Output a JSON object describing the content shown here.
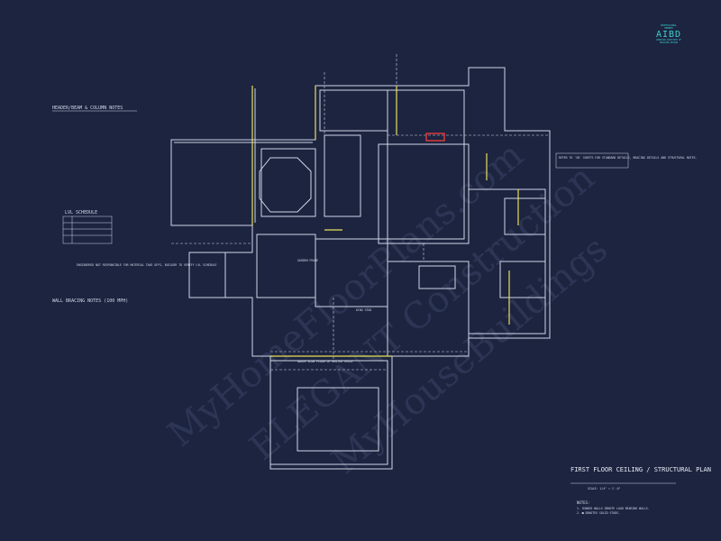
{
  "watermark": [
    "MyHomeFloorPlans.com",
    "ELEGANT Construction",
    "MyHouseBuildings"
  ],
  "logo": {
    "top": "PROFESSIONAL MEMBER",
    "letters": "AIBD",
    "bottom": "AMERICAN INSTITUTE OF BUILDING DESIGN"
  },
  "notes_header": "HEADER/BEAM & COLUMN NOTES",
  "lvl_title": "LVL SCHEDULE",
  "engineer_note": "ENGINEERED NOT RESPONSIBLE FOR MATERIAL TAKE OFFS, BUILDER TO VERIFY LVL SCHEDULE",
  "bracing_title": "WALL BRACING NOTES (100 MPH)",
  "plan_title": "FIRST FLOOR CEILING / STRUCTURAL PLAN",
  "scale_label": "SCALE: 1/4\" = 1'-0\"",
  "notes_footer": "NOTES:",
  "footnotes": [
    "1. SHADED WALLS DENOTE LOAD BEARING WALLS.",
    "2. ■ DENOTES SOLID STUDS."
  ],
  "refer_note": "REFER TO 'SD' SHEETS FOR STANDARD DETAILS, BRACING DETAILS AND STRUCTURAL NOTES.",
  "slab_note": "ABOVE SLAB FLOOR OF HEATED SPACE",
  "garden_frame": "GARDEN FRAME",
  "king_stud": "KING STUD",
  "colors": {
    "background": "#1d2440",
    "lines": "#cfd6e6",
    "accent": "#e8e05a",
    "red": "#e83b3b",
    "logo": "#3fd0d0"
  }
}
